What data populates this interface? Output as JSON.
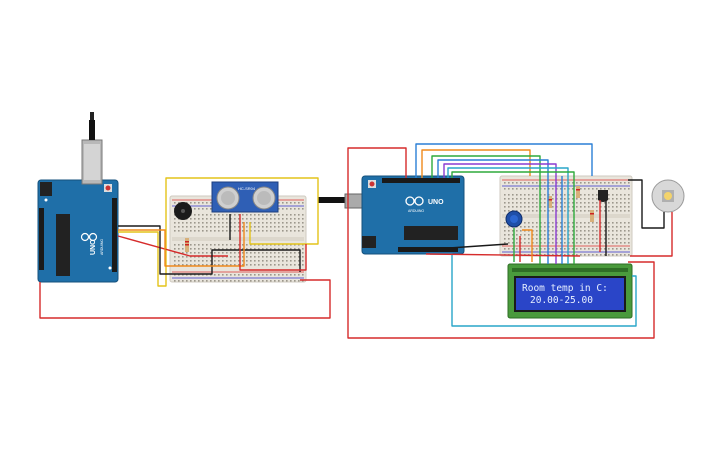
{
  "circuit": {
    "board_left": {
      "logo": "UNO",
      "brand": "ARDUINO"
    },
    "board_right": {
      "logo": "UNO",
      "brand": "ARDUINO"
    },
    "ultrasonic_sensor": {
      "label": "HC-SR04"
    },
    "lcd": {
      "line1": "Room temp in C:",
      "line2": "20.00-25.00"
    }
  },
  "colors": {
    "arduino_blue": "#1f6fa8",
    "breadboard": "#e9e5dc",
    "lcd_pcb": "#4a9a3c",
    "lcd_screen": "#2a45c8",
    "wire_red": "#d62b2b",
    "wire_black": "#1a1a1a",
    "wire_yellow": "#e3c31a",
    "wire_orange": "#f08a1c",
    "wire_green": "#2eaa3c",
    "wire_blue": "#2a7fd6",
    "wire_purple": "#8a3bd0",
    "wire_cyan": "#29a6c9"
  }
}
